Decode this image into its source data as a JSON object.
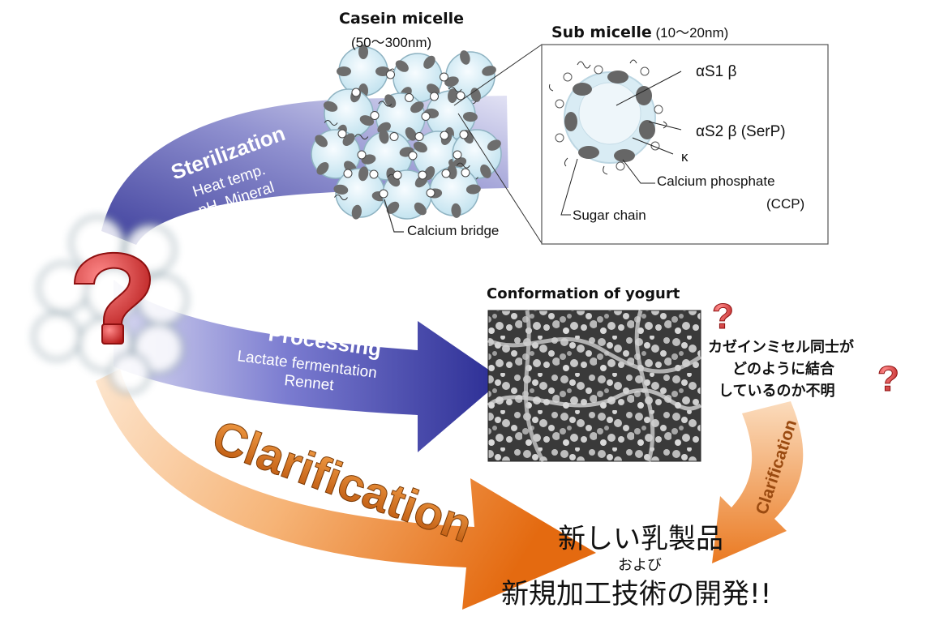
{
  "casein": {
    "title": "Casein micelle",
    "size": "(50～300nm)",
    "calcium_bridge": "Calcium bridge"
  },
  "sub": {
    "title": "Sub micelle",
    "size": " (10～20nm)",
    "alpha_s1_beta": "αS1  β",
    "alpha_s2_beta": "αS2  β (SerP)",
    "kappa": "κ",
    "ccp_line1": "Calcium phosphate",
    "ccp_line2": "(CCP)",
    "sugar": "Sugar chain"
  },
  "sterilization": {
    "title": "Sterilization",
    "line1": "Heat temp.",
    "line2": "pH, Mineral"
  },
  "processing": {
    "title": "Processing",
    "line1": "Lactate fermentation",
    "line2": "Rennet"
  },
  "yogurt": {
    "title": "Conformation of yogurt"
  },
  "question": {
    "line1": "カゼインミセル同士が",
    "line2": "どのように結合",
    "line3": "しているのか不明"
  },
  "clarification": {
    "big": "Clarification",
    "small": "Clarification"
  },
  "result": {
    "line1": "新しい乳製品",
    "line2": "および",
    "line3": "新規加工技術の開発!!"
  },
  "colors": {
    "purple_dark": "#3b3c9a",
    "purple_light": "#c7c7e8",
    "orange_dark": "#e06a12",
    "orange_light": "#fbd9b8",
    "question_red": "#d92a2a",
    "micelle_fill": "#dceef6",
    "micelle_dark": "#6f6f6f"
  }
}
